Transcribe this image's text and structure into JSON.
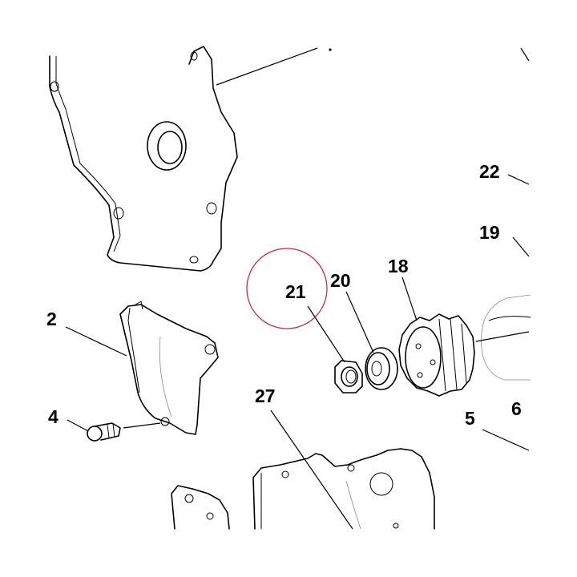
{
  "diagram": {
    "background": "#ffffff",
    "line_color": "#000000",
    "highlight_color": "#c0333a",
    "callouts": [
      {
        "id": "2",
        "label": "2"
      },
      {
        "id": "4",
        "label": "4"
      },
      {
        "id": "5",
        "label": "5"
      },
      {
        "id": "6",
        "label": "6"
      },
      {
        "id": "18",
        "label": "18"
      },
      {
        "id": "19",
        "label": "19"
      },
      {
        "id": "20",
        "label": "20"
      },
      {
        "id": "21",
        "label": "21"
      },
      {
        "id": "22",
        "label": "22"
      },
      {
        "id": "27",
        "label": "27"
      }
    ],
    "highlighted_callout": "21"
  }
}
